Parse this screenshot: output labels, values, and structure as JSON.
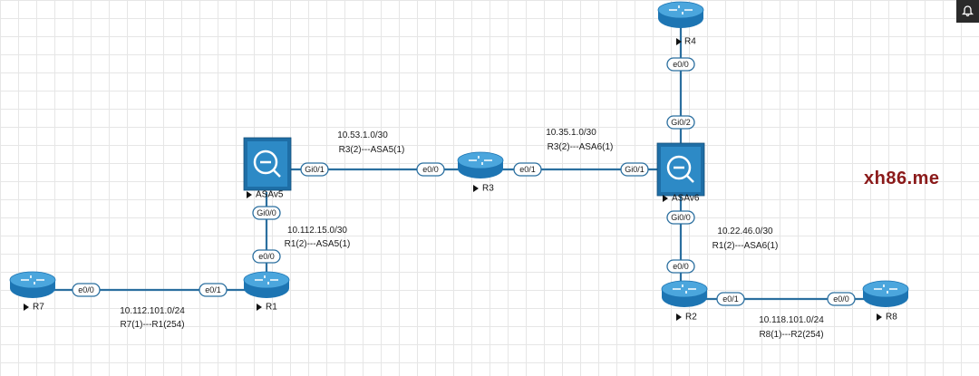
{
  "devices": [
    {
      "id": "R4",
      "label": "R4",
      "kind": "router"
    },
    {
      "id": "ASAv5",
      "label": "ASAv5",
      "kind": "firewall"
    },
    {
      "id": "R3",
      "label": "R3",
      "kind": "router"
    },
    {
      "id": "ASAv6",
      "label": "ASAv6",
      "kind": "firewall"
    },
    {
      "id": "R7",
      "label": "R7",
      "kind": "router"
    },
    {
      "id": "R1",
      "label": "R1",
      "kind": "router"
    },
    {
      "id": "R2",
      "label": "R2",
      "kind": "router"
    },
    {
      "id": "R8",
      "label": "R8",
      "kind": "router"
    }
  ],
  "links": [
    {
      "id": "asa5-r3",
      "from": "ASAv5",
      "to": "R3",
      "from_port": "Gi0/1",
      "to_port": "e0/0",
      "subnet": "10.53.1.0/30",
      "assignment": "R3(2)---ASA5(1)"
    },
    {
      "id": "r3-asa6",
      "from": "R3",
      "to": "ASAv6",
      "from_port": "e0/1",
      "to_port": "Gi0/1",
      "subnet": "10.35.1.0/30",
      "assignment": "R3(2)---ASA6(1)"
    },
    {
      "id": "r4-asa6",
      "from": "R4",
      "to": "ASAv6",
      "from_port": "e0/0",
      "to_port": "Gi0/2",
      "subnet": "",
      "assignment": ""
    },
    {
      "id": "asa5-r1",
      "from": "ASAv5",
      "to": "R1",
      "from_port": "Gi0/0",
      "to_port": "e0/0",
      "subnet": "10.112.15.0/30",
      "assignment": "R1(2)---ASA5(1)"
    },
    {
      "id": "r7-r1",
      "from": "R7",
      "to": "R1",
      "from_port": "e0/0",
      "to_port": "e0/1",
      "subnet": "10.112.101.0/24",
      "assignment": "R7(1)---R1(254)"
    },
    {
      "id": "asa6-r2",
      "from": "ASAv6",
      "to": "R2",
      "from_port": "Gi0/0",
      "to_port": "e0/0",
      "subnet": "10.22.46.0/30",
      "assignment": "R1(2)---ASA6(1)"
    },
    {
      "id": "r2-r8",
      "from": "R2",
      "to": "R8",
      "from_port": "e0/1",
      "to_port": "e0/0",
      "subnet": "10.118.101.0/24",
      "assignment": "R8(1)---R2(254)"
    }
  ],
  "watermark": "xh86.me",
  "ui": {
    "notification_icon": "bell-icon"
  }
}
